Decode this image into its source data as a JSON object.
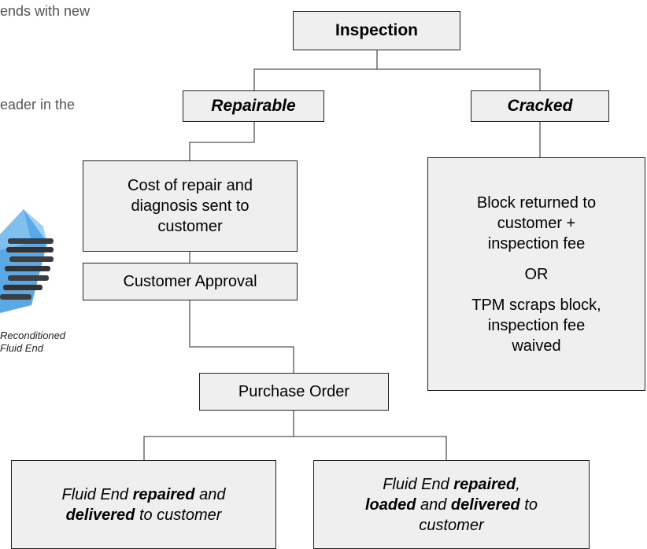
{
  "left_text": {
    "line_1": "ends with new",
    "line_2": "eader in the"
  },
  "image_caption": {
    "line_1": "Reconditioned",
    "line_2": "Fluid End"
  },
  "flowchart": {
    "inspection": "Inspection",
    "repairable": "Repairable",
    "cracked": "Cracked",
    "cost_of_repair": {
      "line_1": "Cost of repair and",
      "line_2": "diagnosis sent to",
      "line_3": "customer"
    },
    "block_returned": {
      "line_1": "Block returned to",
      "line_2": "customer +",
      "line_3": "inspection fee",
      "or": "OR",
      "line_4": "TPM scraps block,",
      "line_5": "inspection fee",
      "line_6": "waived"
    },
    "customer_approval": "Customer Approval",
    "purchase_order": "Purchase Order",
    "outcome_left": {
      "part_1": "Fluid End ",
      "part_2": "repaired",
      "part_3": " and",
      "part_4": "delivered",
      "part_5": " to customer"
    },
    "outcome_right": {
      "part_1": "Fluid End ",
      "part_2": "repaired",
      "part_3": ",",
      "part_4": "loaded",
      "part_5": " and ",
      "part_6": "delivered",
      "part_7": " to",
      "part_8": "customer"
    }
  },
  "colors": {
    "box_fill": "#efefef",
    "box_border": "#222222",
    "connector": "#555555",
    "side_text": "#555555"
  },
  "icons": [
    "fluid-end-illustration"
  ]
}
